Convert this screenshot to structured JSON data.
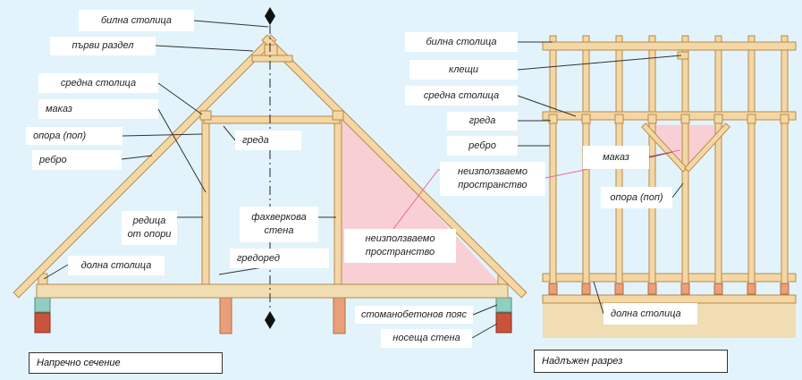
{
  "colors": {
    "background": "#e3f3fb",
    "timber": "#f3d7a6",
    "timber_edge": "#b98a45",
    "unused_space": "#f9cfd6",
    "leader": "#333333",
    "leader_pink": "#e66a9a",
    "brick": "#c9533b",
    "concrete_belt": "#8fcfc2",
    "post": "#e99f79",
    "wall_slab": "#f0ddb4"
  },
  "cross_section": {
    "caption": "Напречно сечение",
    "labels": {
      "ridge_purlin": "билна столица",
      "first_section": "първи раздел",
      "middle_purlin": "средна столица",
      "strut": "маказ",
      "post": "опора (поп)",
      "rafter": "ребро",
      "beam": "греда",
      "post_row": "редица\nот опори",
      "truss_wall": "фахверкова\nстена",
      "unused_space": "неизползваемо\nпространство",
      "floor_beam": "гредоред",
      "wall_plate": "долна столица",
      "rc_belt": "стоманобетонов пояс",
      "bearing_wall": "носеща стена"
    }
  },
  "longitudinal_section": {
    "caption": "Надлъжен разрез",
    "labels": {
      "ridge_purlin": "билна столица",
      "collar": "клещи",
      "middle_purlin": "средна столица",
      "beam": "греда",
      "rafter": "ребро",
      "unused_space": "неизползваемо\nпространство",
      "strut": "маказ",
      "post": "опора (поп)",
      "wall_plate": "долна столица"
    }
  },
  "icons": {
    "section_marker": "section-cut-marker-icon"
  }
}
